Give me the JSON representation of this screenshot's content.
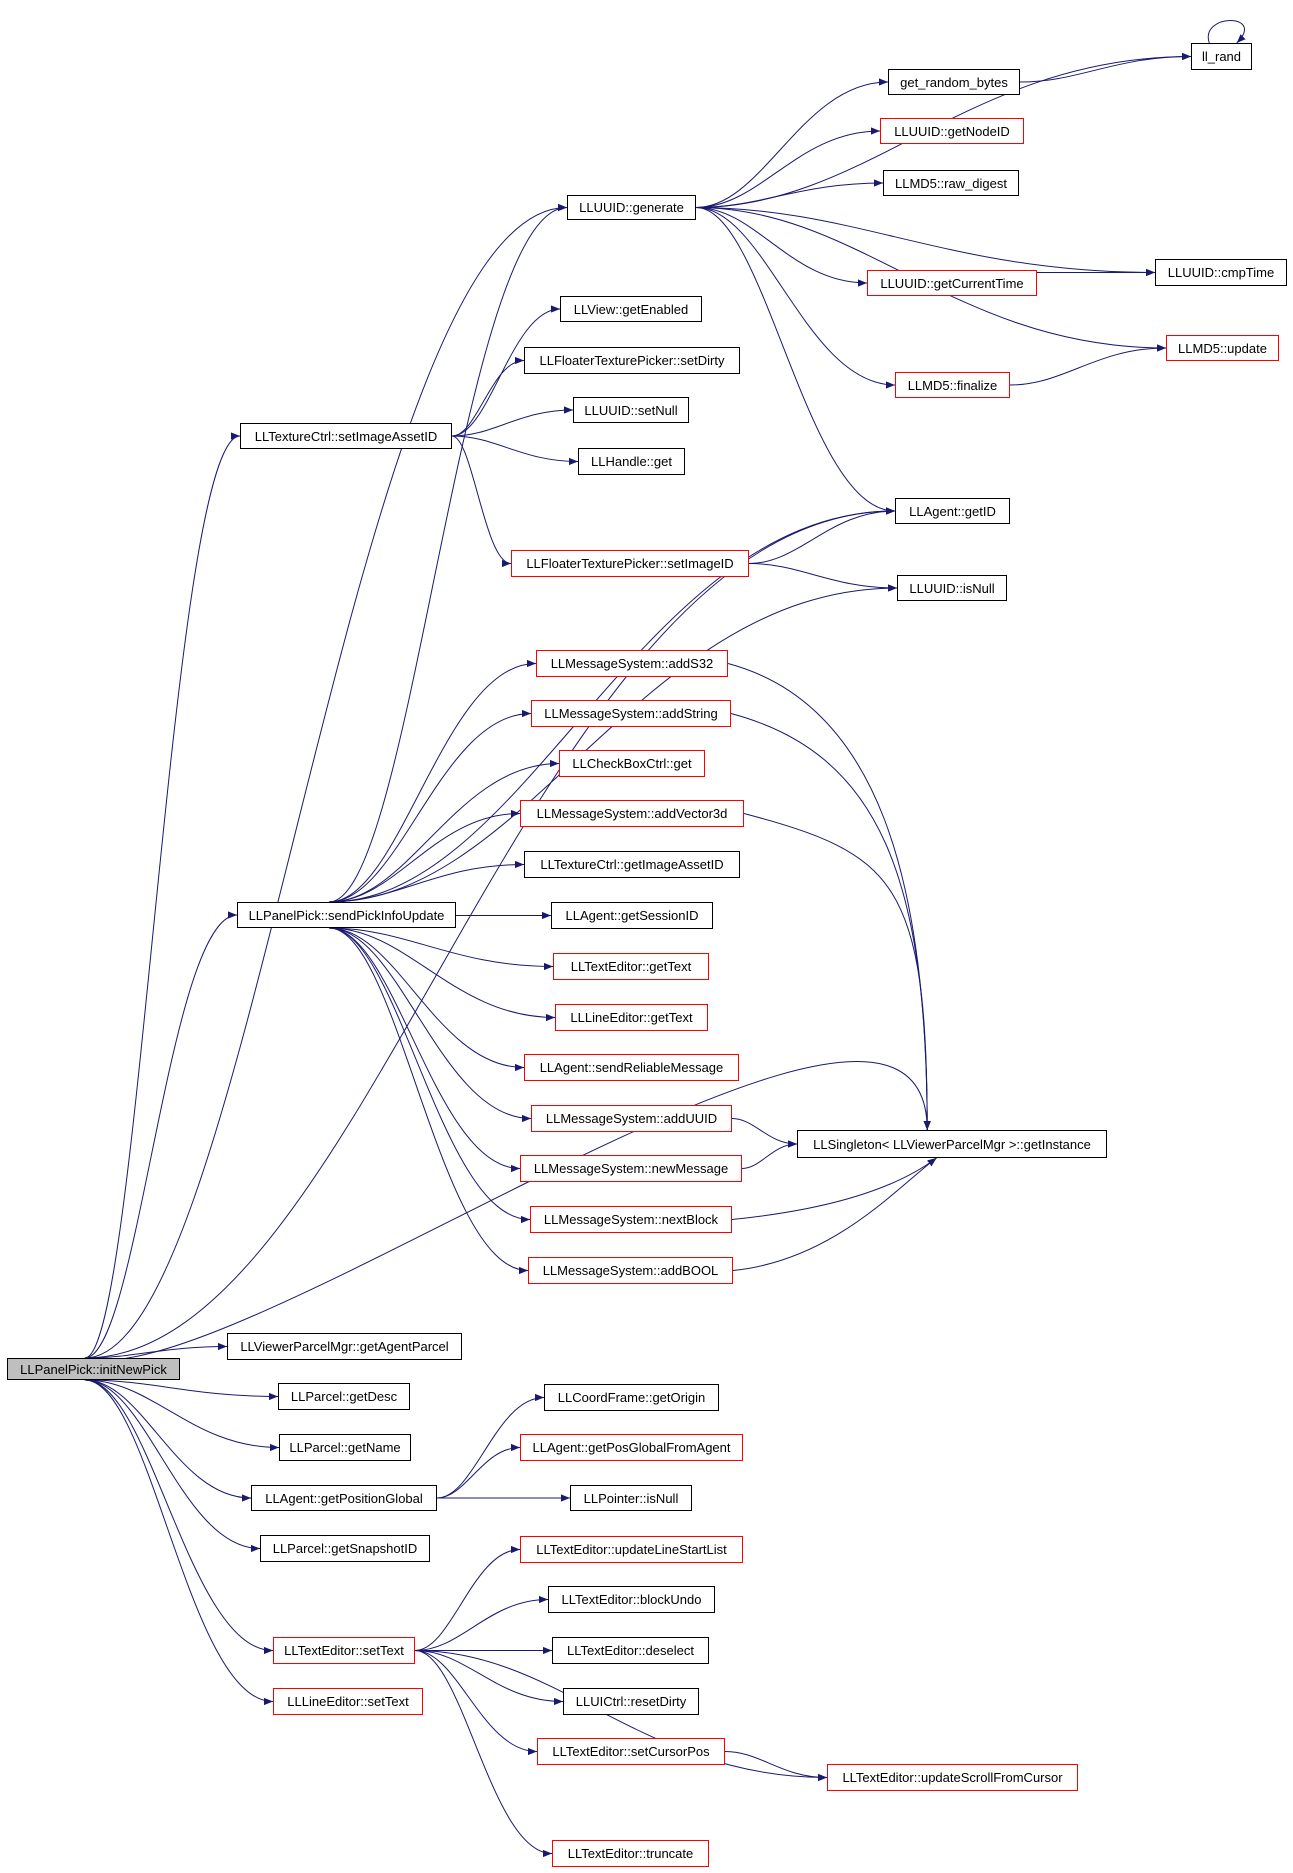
{
  "diagram": {
    "edge_color": "#191970",
    "root_fill": "#bfbfbf",
    "nodes": [
      {
        "id": "initNewPick",
        "label": "LLPanelPick::initNewPick",
        "border": "black",
        "root": true
      },
      {
        "id": "ll_rand",
        "label": "ll_rand",
        "border": "black"
      },
      {
        "id": "get_random_bytes",
        "label": "get_random_bytes",
        "border": "black"
      },
      {
        "id": "getNodeID",
        "label": "LLUUID::getNodeID",
        "border": "red"
      },
      {
        "id": "raw_digest",
        "label": "LLMD5::raw_digest",
        "border": "black"
      },
      {
        "id": "generate",
        "label": "LLUUID::generate",
        "border": "black"
      },
      {
        "id": "getCurrentTime",
        "label": "LLUUID::getCurrentTime",
        "border": "red"
      },
      {
        "id": "cmpTime",
        "label": "LLUUID::cmpTime",
        "border": "black"
      },
      {
        "id": "getEnabled",
        "label": "LLView::getEnabled",
        "border": "black"
      },
      {
        "id": "md5update",
        "label": "LLMD5::update",
        "border": "red"
      },
      {
        "id": "setDirty",
        "label": "LLFloaterTexturePicker::setDirty",
        "border": "black"
      },
      {
        "id": "md5finalize",
        "label": "LLMD5::finalize",
        "border": "red"
      },
      {
        "id": "setNull",
        "label": "LLUUID::setNull",
        "border": "black"
      },
      {
        "id": "setImageAssetID",
        "label": "LLTextureCtrl::setImageAssetID",
        "border": "black"
      },
      {
        "id": "handleGet",
        "label": "LLHandle::get",
        "border": "black"
      },
      {
        "id": "getID",
        "label": "LLAgent::getID",
        "border": "black"
      },
      {
        "id": "setImageID",
        "label": "LLFloaterTexturePicker::setImageID",
        "border": "red"
      },
      {
        "id": "uuidIsNull",
        "label": "LLUUID::isNull",
        "border": "black"
      },
      {
        "id": "addS32",
        "label": "LLMessageSystem::addS32",
        "border": "red"
      },
      {
        "id": "addString",
        "label": "LLMessageSystem::addString",
        "border": "red"
      },
      {
        "id": "checkGet",
        "label": "LLCheckBoxCtrl::get",
        "border": "red"
      },
      {
        "id": "addVector3d",
        "label": "LLMessageSystem::addVector3d",
        "border": "red"
      },
      {
        "id": "getImageAssetID",
        "label": "LLTextureCtrl::getImageAssetID",
        "border": "black"
      },
      {
        "id": "sendPickInfoUpdate",
        "label": "LLPanelPick::sendPickInfoUpdate",
        "border": "black"
      },
      {
        "id": "getSessionID",
        "label": "LLAgent::getSessionID",
        "border": "black"
      },
      {
        "id": "teGetText",
        "label": "LLTextEditor::getText",
        "border": "red"
      },
      {
        "id": "leGetText",
        "label": "LLLineEditor::getText",
        "border": "red"
      },
      {
        "id": "sendReliableMessage",
        "label": "LLAgent::sendReliableMessage",
        "border": "red"
      },
      {
        "id": "addUUID",
        "label": "LLMessageSystem::addUUID",
        "border": "red"
      },
      {
        "id": "getInstance",
        "label": "LLSingleton< LLViewerParcelMgr >::getInstance",
        "border": "black"
      },
      {
        "id": "newMessage",
        "label": "LLMessageSystem::newMessage",
        "border": "red"
      },
      {
        "id": "nextBlock",
        "label": "LLMessageSystem::nextBlock",
        "border": "red"
      },
      {
        "id": "addBOOL",
        "label": "LLMessageSystem::addBOOL",
        "border": "red"
      },
      {
        "id": "getAgentParcel",
        "label": "LLViewerParcelMgr::getAgentParcel",
        "border": "black"
      },
      {
        "id": "getDesc",
        "label": "LLParcel::getDesc",
        "border": "black"
      },
      {
        "id": "getOrigin",
        "label": "LLCoordFrame::getOrigin",
        "border": "black"
      },
      {
        "id": "getName",
        "label": "LLParcel::getName",
        "border": "black"
      },
      {
        "id": "getPosGlobalFromAgent",
        "label": "LLAgent::getPosGlobalFromAgent",
        "border": "red"
      },
      {
        "id": "getPositionGlobal",
        "label": "LLAgent::getPositionGlobal",
        "border": "black"
      },
      {
        "id": "ptrIsNull",
        "label": "LLPointer::isNull",
        "border": "black"
      },
      {
        "id": "getSnapshotID",
        "label": "LLParcel::getSnapshotID",
        "border": "black"
      },
      {
        "id": "updateLineStartList",
        "label": "LLTextEditor::updateLineStartList",
        "border": "red"
      },
      {
        "id": "blockUndo",
        "label": "LLTextEditor::blockUndo",
        "border": "black"
      },
      {
        "id": "teSetText",
        "label": "LLTextEditor::setText",
        "border": "red"
      },
      {
        "id": "deselect",
        "label": "LLTextEditor::deselect",
        "border": "black"
      },
      {
        "id": "leSetText",
        "label": "LLLineEditor::setText",
        "border": "red"
      },
      {
        "id": "resetDirty",
        "label": "LLUICtrl::resetDirty",
        "border": "black"
      },
      {
        "id": "setCursorPos",
        "label": "LLTextEditor::setCursorPos",
        "border": "red"
      },
      {
        "id": "updateScrollFromCursor",
        "label": "LLTextEditor::updateScrollFromCursor",
        "border": "red"
      },
      {
        "id": "truncate",
        "label": "LLTextEditor::truncate",
        "border": "red"
      }
    ],
    "edges": [
      [
        "initNewPick",
        "generate"
      ],
      [
        "initNewPick",
        "getID"
      ],
      [
        "initNewPick",
        "setImageAssetID"
      ],
      [
        "initNewPick",
        "sendPickInfoUpdate"
      ],
      [
        "initNewPick",
        "getInstance"
      ],
      [
        "initNewPick",
        "getAgentParcel"
      ],
      [
        "initNewPick",
        "getDesc"
      ],
      [
        "initNewPick",
        "getName"
      ],
      [
        "initNewPick",
        "getPositionGlobal"
      ],
      [
        "initNewPick",
        "getSnapshotID"
      ],
      [
        "initNewPick",
        "teSetText"
      ],
      [
        "initNewPick",
        "leSetText"
      ],
      [
        "generate",
        "ll_rand"
      ],
      [
        "generate",
        "get_random_bytes"
      ],
      [
        "generate",
        "getNodeID"
      ],
      [
        "generate",
        "raw_digest"
      ],
      [
        "generate",
        "cmpTime"
      ],
      [
        "generate",
        "getCurrentTime"
      ],
      [
        "generate",
        "md5update"
      ],
      [
        "generate",
        "md5finalize"
      ],
      [
        "generate",
        "getID"
      ],
      [
        "get_random_bytes",
        "ll_rand"
      ],
      [
        "ll_rand",
        "ll_rand"
      ],
      [
        "getCurrentTime",
        "cmpTime"
      ],
      [
        "md5finalize",
        "md5update"
      ],
      [
        "setImageAssetID",
        "getEnabled"
      ],
      [
        "setImageAssetID",
        "setDirty"
      ],
      [
        "setImageAssetID",
        "setNull"
      ],
      [
        "setImageAssetID",
        "handleGet"
      ],
      [
        "setImageAssetID",
        "setImageID"
      ],
      [
        "setImageID",
        "getID"
      ],
      [
        "setImageID",
        "uuidIsNull"
      ],
      [
        "sendPickInfoUpdate",
        "generate"
      ],
      [
        "sendPickInfoUpdate",
        "getID"
      ],
      [
        "sendPickInfoUpdate",
        "uuidIsNull"
      ],
      [
        "sendPickInfoUpdate",
        "addS32"
      ],
      [
        "sendPickInfoUpdate",
        "addString"
      ],
      [
        "sendPickInfoUpdate",
        "checkGet"
      ],
      [
        "sendPickInfoUpdate",
        "addVector3d"
      ],
      [
        "sendPickInfoUpdate",
        "getImageAssetID"
      ],
      [
        "sendPickInfoUpdate",
        "getSessionID"
      ],
      [
        "sendPickInfoUpdate",
        "teGetText"
      ],
      [
        "sendPickInfoUpdate",
        "leGetText"
      ],
      [
        "sendPickInfoUpdate",
        "sendReliableMessage"
      ],
      [
        "sendPickInfoUpdate",
        "addUUID"
      ],
      [
        "sendPickInfoUpdate",
        "newMessage"
      ],
      [
        "sendPickInfoUpdate",
        "nextBlock"
      ],
      [
        "sendPickInfoUpdate",
        "addBOOL"
      ],
      [
        "addS32",
        "getInstance"
      ],
      [
        "addString",
        "getInstance"
      ],
      [
        "addVector3d",
        "getInstance"
      ],
      [
        "addUUID",
        "getInstance"
      ],
      [
        "newMessage",
        "getInstance"
      ],
      [
        "nextBlock",
        "getInstance"
      ],
      [
        "addBOOL",
        "getInstance"
      ],
      [
        "getPositionGlobal",
        "getOrigin"
      ],
      [
        "getPositionGlobal",
        "getPosGlobalFromAgent"
      ],
      [
        "getPositionGlobal",
        "ptrIsNull"
      ],
      [
        "teSetText",
        "updateLineStartList"
      ],
      [
        "teSetText",
        "blockUndo"
      ],
      [
        "teSetText",
        "deselect"
      ],
      [
        "teSetText",
        "resetDirty"
      ],
      [
        "teSetText",
        "setCursorPos"
      ],
      [
        "teSetText",
        "updateScrollFromCursor"
      ],
      [
        "teSetText",
        "truncate"
      ],
      [
        "setCursorPos",
        "updateScrollFromCursor"
      ]
    ]
  }
}
